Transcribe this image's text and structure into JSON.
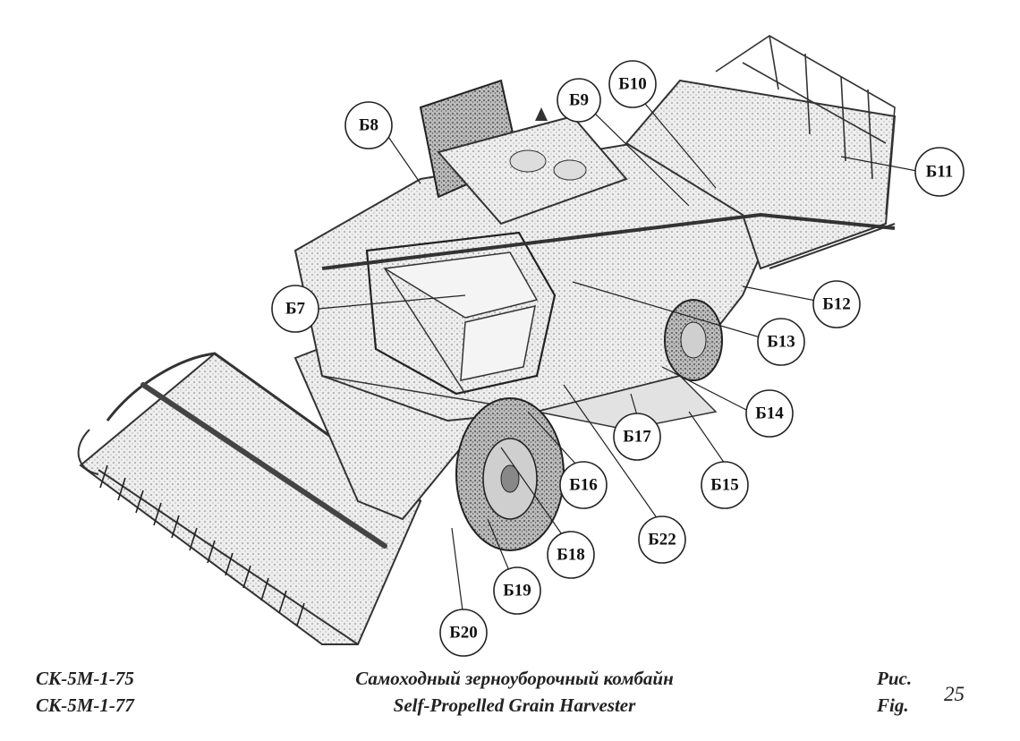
{
  "callouts": [
    {
      "label": "Б7"
    },
    {
      "label": "Б8"
    },
    {
      "label": "Б9"
    },
    {
      "label": "Б10"
    },
    {
      "label": "Б11"
    },
    {
      "label": "Б12"
    },
    {
      "label": "Б13"
    },
    {
      "label": "Б14"
    },
    {
      "label": "Б15"
    },
    {
      "label": "Б16"
    },
    {
      "label": "Б17"
    },
    {
      "label": "Б18"
    },
    {
      "label": "Б19"
    },
    {
      "label": "Б20"
    },
    {
      "label": "Б22"
    }
  ],
  "caption": {
    "models": [
      "СК-5М-1-75",
      "СК-5М-1-77"
    ],
    "title_ru": "Самоходный зерноуборочный комбайн",
    "title_en": "Self-Propelled Grain Harvester",
    "fig_label_ru": "Рис.",
    "fig_label_en": "Fig.",
    "fig_number": "25"
  }
}
